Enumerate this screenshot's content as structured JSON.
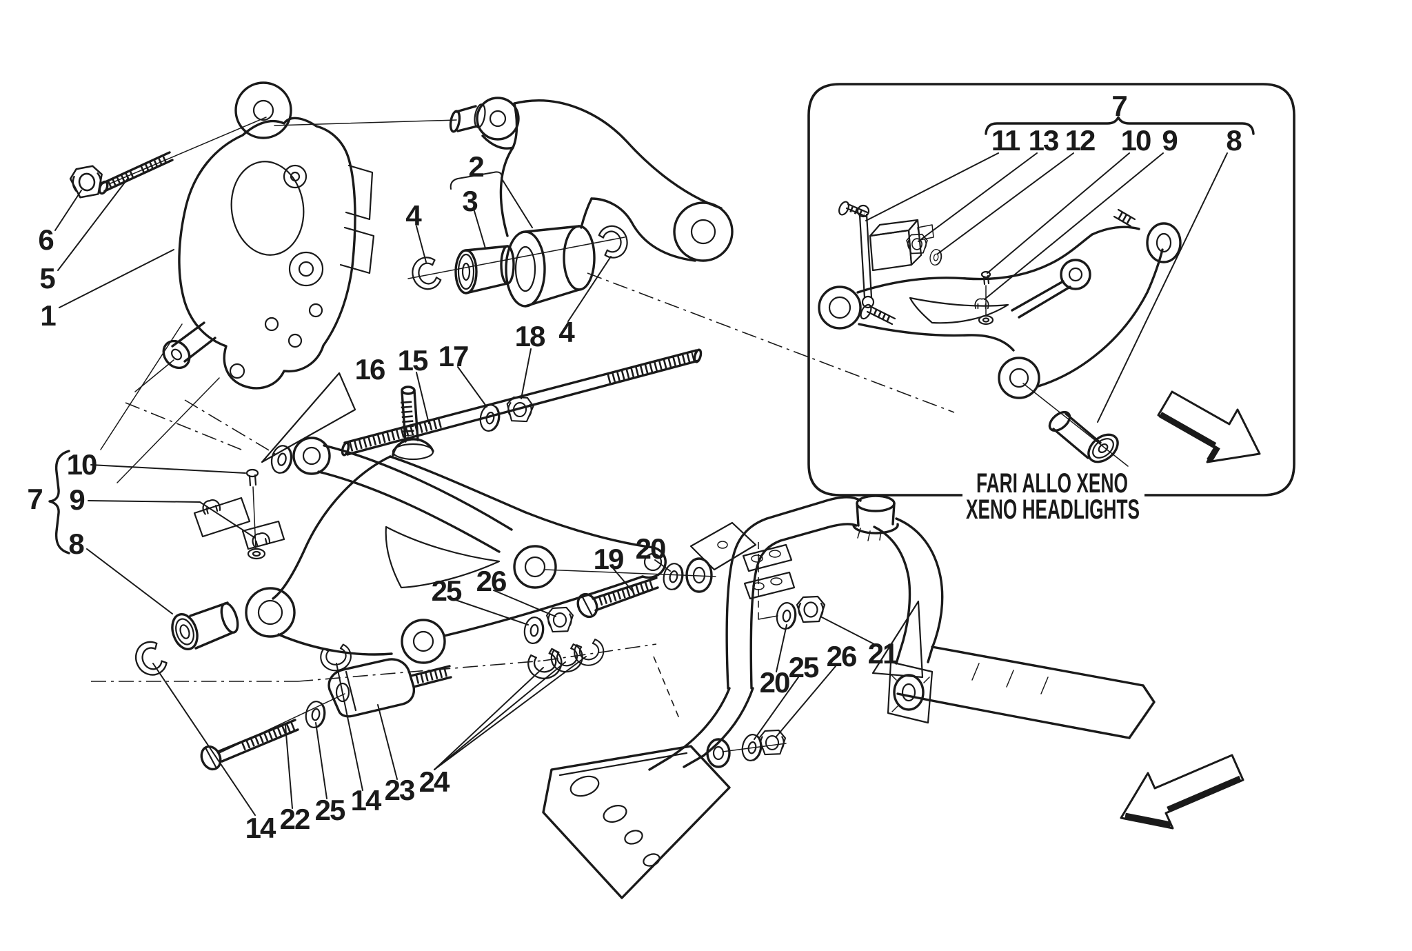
{
  "document": {
    "type": "exploded-parts-diagram",
    "subject": "rear suspension wishbones and frame mounting hardware",
    "background_color": "#ffffff",
    "ink_color": "#1a1a1a"
  },
  "callouts": {
    "c1": "1",
    "c2": "2",
    "c3": "3",
    "c4a": "4",
    "c4b": "4",
    "c5": "5",
    "c6": "6",
    "c7": "7",
    "c8": "8",
    "c9": "9",
    "c10": "10",
    "c14a": "14",
    "c14b": "14",
    "c15": "15",
    "c16": "16",
    "c17": "17",
    "c18": "18",
    "c19": "19",
    "c20a": "20",
    "c20b": "20",
    "c21": "21",
    "c22": "22",
    "c23": "23",
    "c24": "24",
    "c25a": "25",
    "c25b": "25",
    "c25c": "25",
    "c26a": "26",
    "c26b": "26"
  },
  "inset": {
    "caption_line1": "FARI ALLO XENO",
    "caption_line2": "XENO HEADLIGHTS",
    "callouts": {
      "c7": "7",
      "c8": "8",
      "c9": "9",
      "c10": "10",
      "c11": "11",
      "c12": "12",
      "c13": "13"
    }
  },
  "icons": {
    "inset_direction_arrow": "hollow arrow pointing down-right",
    "main_direction_arrow": "hollow arrow pointing down-left",
    "pointer_triangle": "hollow triangle pointer for callout 16"
  }
}
